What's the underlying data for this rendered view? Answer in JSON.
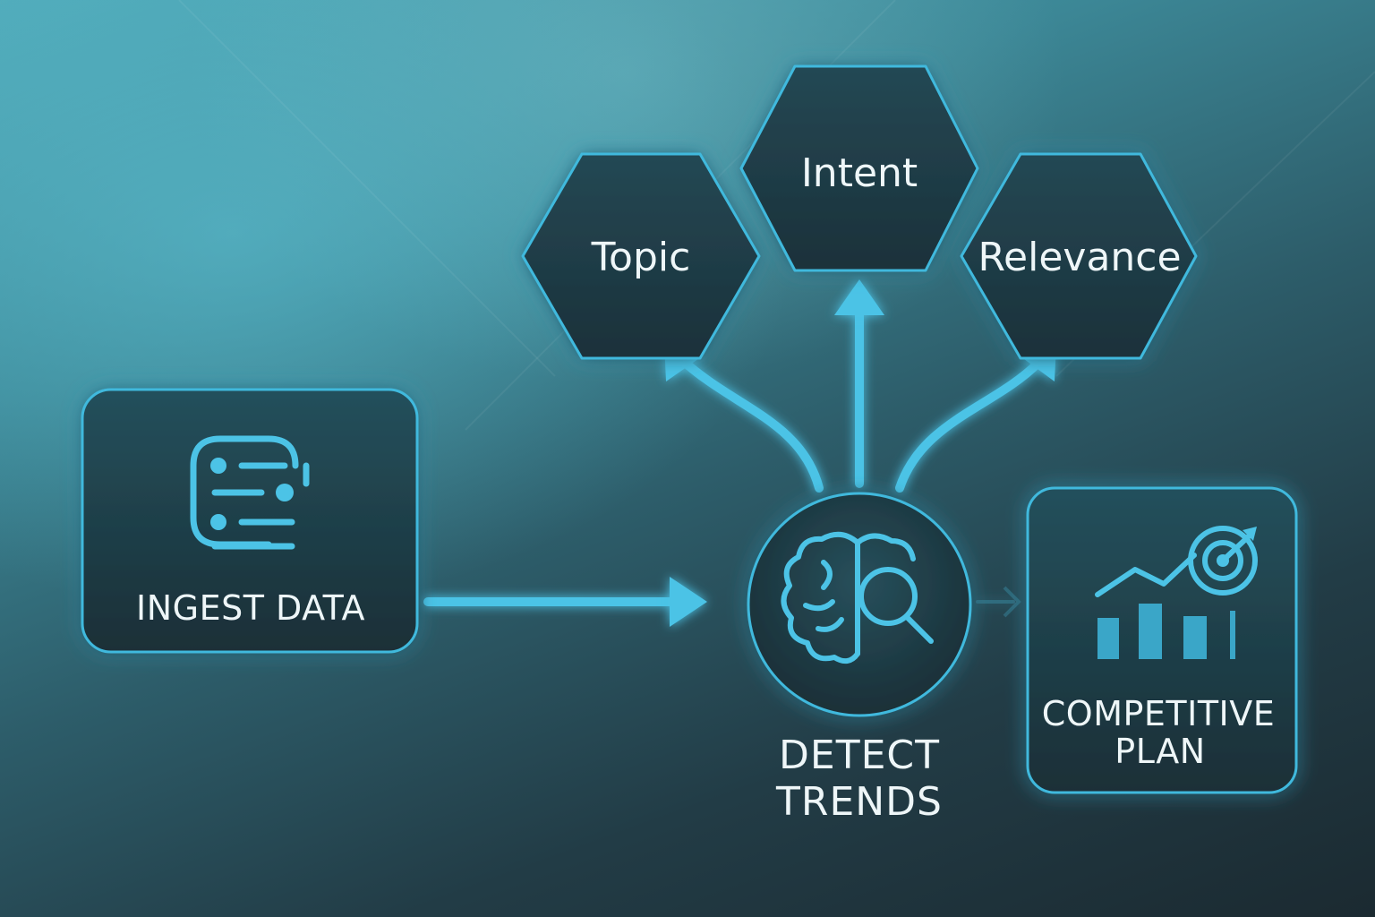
{
  "nodes": {
    "ingest": {
      "label": "INGEST DATA"
    },
    "detect": {
      "line1": "DETECT",
      "line2": "TRENDS"
    },
    "plan": {
      "line1": "COMPETITIVE",
      "line2": "PLAN"
    },
    "topic": {
      "label": "Topic"
    },
    "intent": {
      "label": "Intent"
    },
    "relevance": {
      "label": "Relevance"
    }
  },
  "icons": {
    "ingest": "data-list-icon",
    "detect": "brain-search-icon",
    "plan": "growth-chart-target-icon"
  },
  "colors": {
    "accent": "#4cc3e6",
    "node_fill": "#1e3a44",
    "node_border": "#3fb9dd",
    "text": "#eef6f8"
  }
}
